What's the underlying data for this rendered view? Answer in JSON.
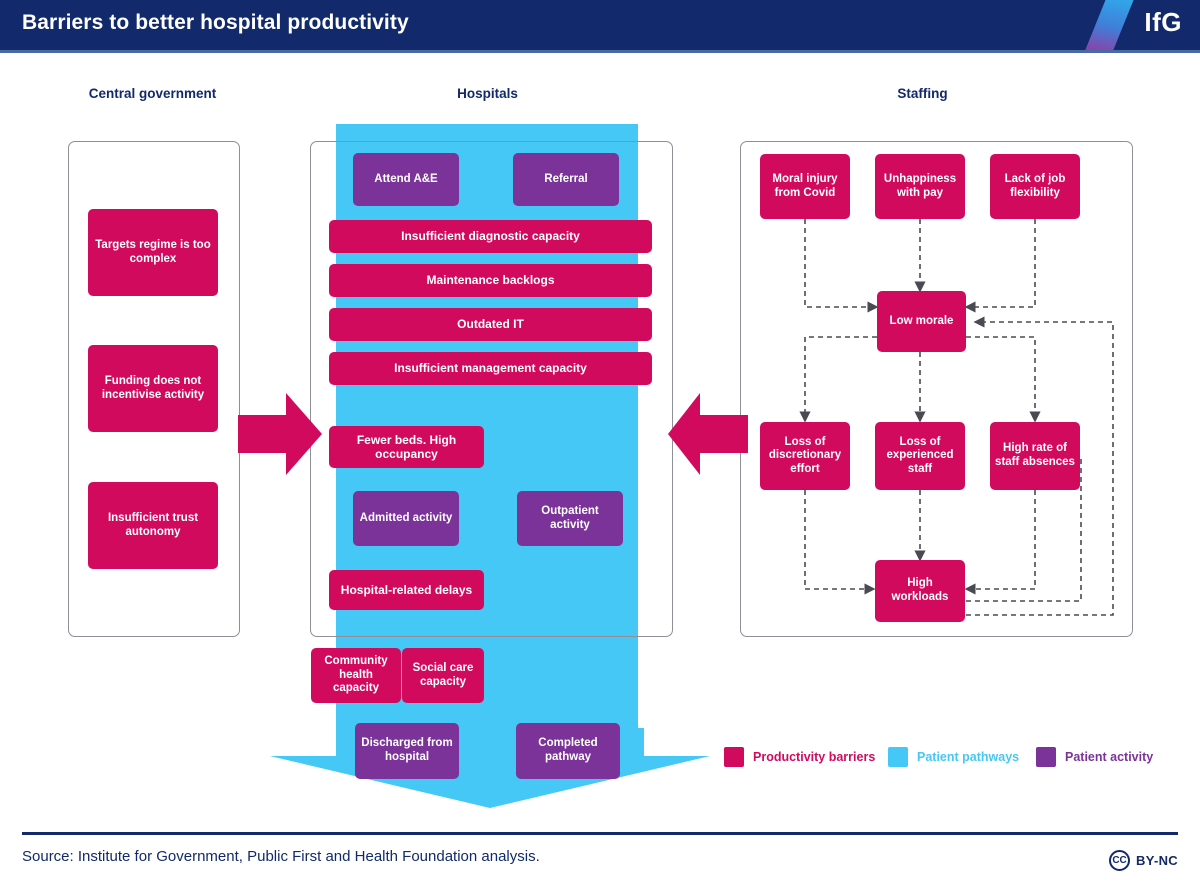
{
  "header": {
    "title": "Barriers to better hospital productivity",
    "logo_text": "IfG",
    "logo_icon": "ifg-diagonal-stripe-logo"
  },
  "columns": [
    {
      "id": "central-government",
      "title": "Central government"
    },
    {
      "id": "hospitals",
      "title": "Hospitals"
    },
    {
      "id": "staffing",
      "title": "Staffing"
    }
  ],
  "central_government": {
    "nodes": [
      {
        "id": "targets-regime",
        "label": "Targets regime is too complex",
        "type": "barrier"
      },
      {
        "id": "funding-incentive",
        "label": "Funding does not incentivise activity",
        "type": "barrier"
      },
      {
        "id": "trust-autonomy",
        "label": "Insufficient trust autonomy",
        "type": "barrier"
      }
    ]
  },
  "hospitals": {
    "nodes": [
      {
        "id": "attend-ae",
        "label": "Attend A&E",
        "type": "activity"
      },
      {
        "id": "referral",
        "label": "Referral",
        "type": "activity"
      },
      {
        "id": "diagnostic-capacity",
        "label": "Insufficient diagnostic capacity",
        "type": "barrier"
      },
      {
        "id": "maintenance-backlogs",
        "label": "Maintenance backlogs",
        "type": "barrier"
      },
      {
        "id": "outdated-it",
        "label": "Outdated IT",
        "type": "barrier"
      },
      {
        "id": "management-capacity",
        "label": "Insufficient management capacity",
        "type": "barrier"
      },
      {
        "id": "fewer-beds",
        "label": "Fewer beds. High occupancy",
        "type": "barrier"
      },
      {
        "id": "admitted-activity",
        "label": "Admitted activity",
        "type": "activity"
      },
      {
        "id": "outpatient-activity",
        "label": "Outpatient activity",
        "type": "activity"
      },
      {
        "id": "hospital-related-delays",
        "label": "Hospital-related delays",
        "type": "barrier"
      },
      {
        "id": "community-health-capacity",
        "label": "Community health capacity",
        "type": "barrier"
      },
      {
        "id": "social-care-capacity",
        "label": "Social care capacity",
        "type": "barrier"
      },
      {
        "id": "discharged-from-hospital",
        "label": "Discharged from hospital",
        "type": "activity"
      },
      {
        "id": "completed-pathway",
        "label": "Completed pathway",
        "type": "activity"
      }
    ]
  },
  "staffing": {
    "nodes": [
      {
        "id": "moral-injury",
        "label": "Moral injury from Covid",
        "type": "barrier"
      },
      {
        "id": "unhappiness-pay",
        "label": "Unhappiness with pay",
        "type": "barrier"
      },
      {
        "id": "lack-job-flexibility",
        "label": "Lack of job flexibility",
        "type": "barrier"
      },
      {
        "id": "low-morale",
        "label": "Low morale",
        "type": "barrier"
      },
      {
        "id": "loss-discretionary-effort",
        "label": "Loss of discretionary effort",
        "type": "barrier"
      },
      {
        "id": "loss-experienced-staff",
        "label": "Loss of experienced staff",
        "type": "barrier"
      },
      {
        "id": "high-staff-absences",
        "label": "High rate of staff absences",
        "type": "barrier"
      },
      {
        "id": "high-workloads",
        "label": "High workloads",
        "type": "barrier"
      }
    ],
    "edges": [
      {
        "from": "moral-injury",
        "to": "low-morale"
      },
      {
        "from": "unhappiness-pay",
        "to": "low-morale"
      },
      {
        "from": "lack-job-flexibility",
        "to": "low-morale"
      },
      {
        "from": "low-morale",
        "to": "loss-discretionary-effort"
      },
      {
        "from": "low-morale",
        "to": "loss-experienced-staff"
      },
      {
        "from": "low-morale",
        "to": "high-staff-absences"
      },
      {
        "from": "loss-discretionary-effort",
        "to": "high-workloads"
      },
      {
        "from": "loss-experienced-staff",
        "to": "high-workloads"
      },
      {
        "from": "high-staff-absences",
        "to": "high-workloads"
      },
      {
        "from": "high-workloads",
        "to": "high-staff-absences"
      },
      {
        "from": "high-workloads",
        "to": "low-morale"
      }
    ]
  },
  "flow_arrows": [
    {
      "id": "gov-to-hospitals",
      "direction": "right"
    },
    {
      "id": "staffing-to-hospitals",
      "direction": "left"
    },
    {
      "id": "patient-pathway-outflow",
      "direction": "down"
    }
  ],
  "legend": {
    "items": [
      {
        "id": "productivity-barriers",
        "label": "Productivity barriers",
        "color": "#D10A5E"
      },
      {
        "id": "patient-pathways",
        "label": "Patient pathways",
        "color": "#45C8F5"
      },
      {
        "id": "patient-activity",
        "label": "Patient activity",
        "color": "#7B3399"
      }
    ]
  },
  "footer": {
    "source": "Source: Institute for Government, Public First and Health Foundation analysis.",
    "licence_mark": "CC",
    "licence_text": "BY-NC"
  },
  "colors": {
    "header_bg": "#122A6B",
    "barrier": "#D10A5E",
    "pathway": "#45C8F5",
    "activity": "#7B3399",
    "frame": "#8F9097",
    "connector": "#4A4A52"
  }
}
